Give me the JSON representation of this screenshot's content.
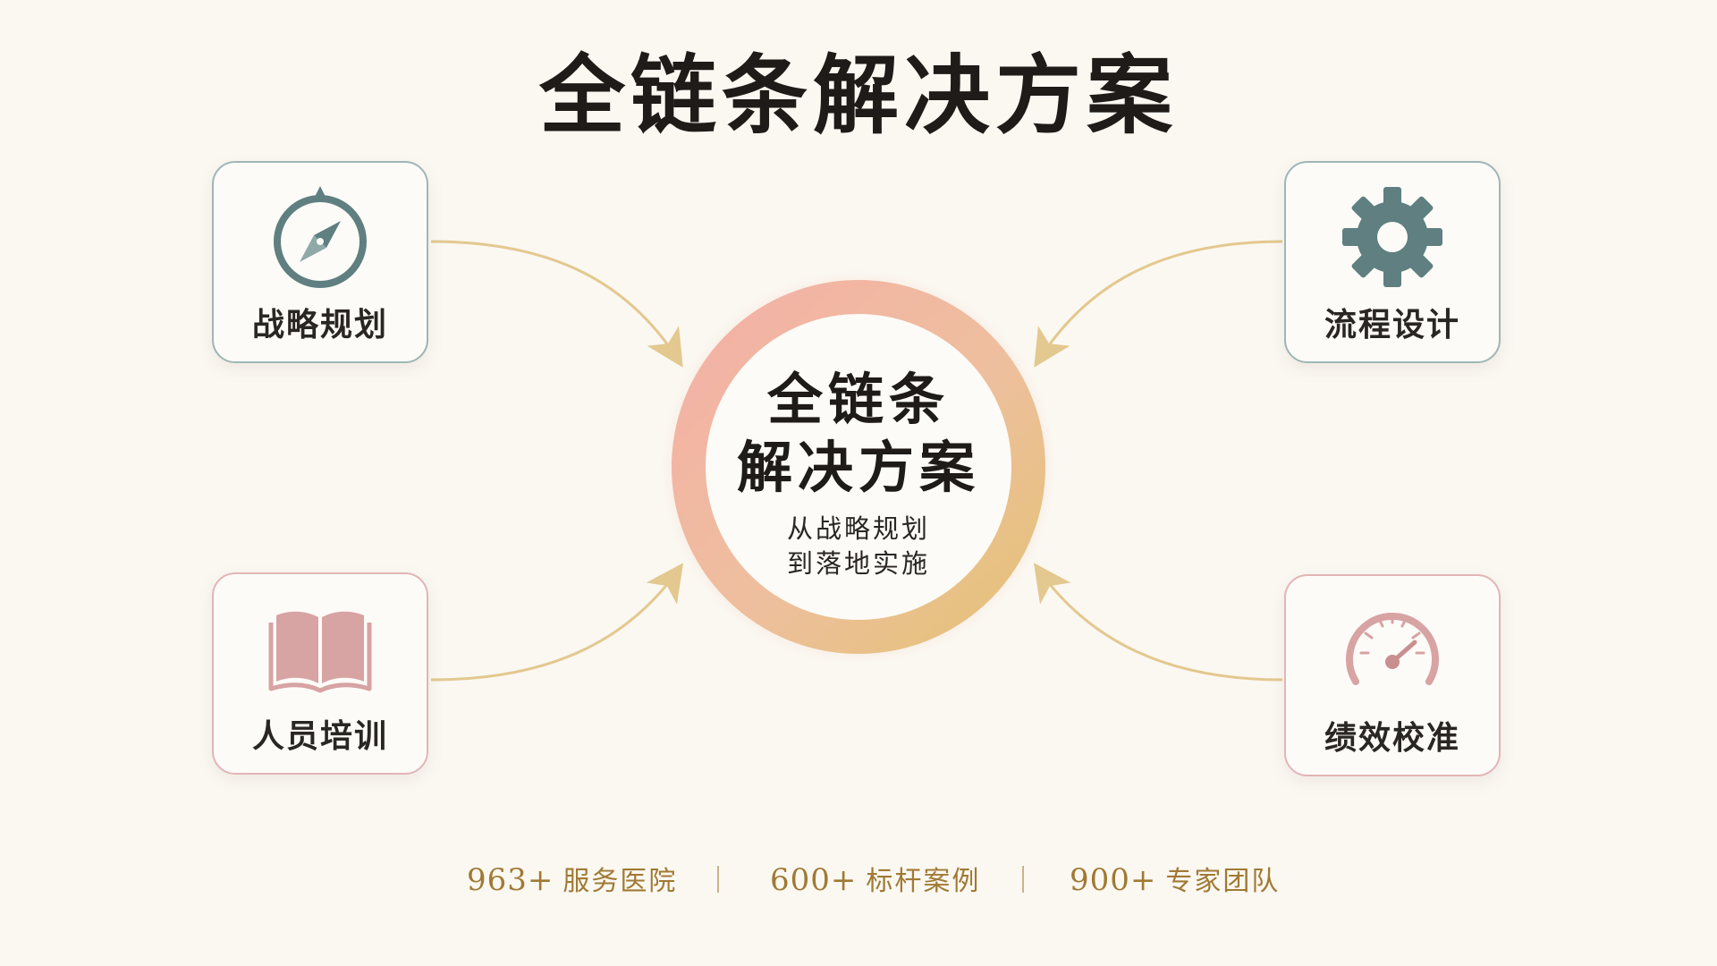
{
  "title": "全链条解决方案",
  "center": {
    "line1": "全链条",
    "line2": "解决方案",
    "sub1": "从战略规划",
    "sub2": "到落地实施"
  },
  "nodes": [
    {
      "label": "战略规划",
      "icon": "compass-icon"
    },
    {
      "label": "流程设计",
      "icon": "gear-icon"
    },
    {
      "label": "人员培训",
      "icon": "book-icon"
    },
    {
      "label": "绩效校准",
      "icon": "gauge-icon"
    }
  ],
  "stats": [
    {
      "number": "963+",
      "text": "服务医院"
    },
    {
      "number": "600+",
      "text": "标杆案例"
    },
    {
      "number": "900+",
      "text": "专家团队"
    }
  ],
  "colors": {
    "background": "#fbf8f2",
    "teal_icon": "#5f7f80",
    "pink_icon": "#d7a3a3",
    "arrow_gold": "#e3c88f",
    "stat_gold": "#a07a34",
    "ring_pink": "#f2b3a8",
    "ring_gold": "#e5c27d"
  }
}
